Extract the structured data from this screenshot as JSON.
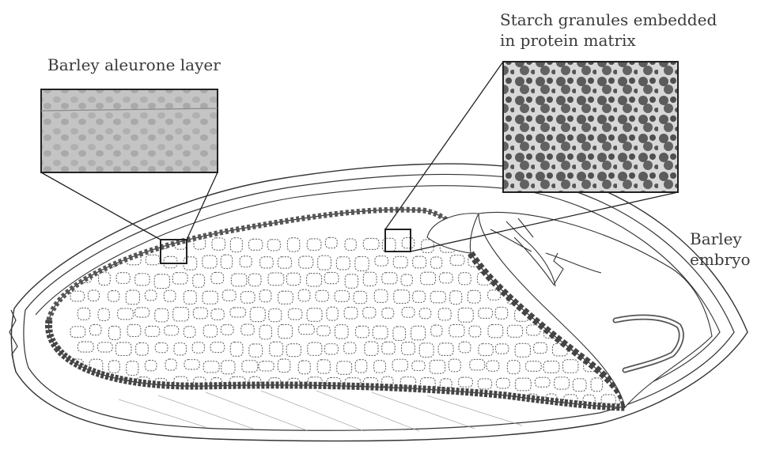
{
  "labels": {
    "aleurone": "Barley aleurone layer",
    "starch_line1": "Starch granules embedded",
    "starch_line2": "in protein matrix",
    "embryo_line1": "Barley",
    "embryo_line2": "embryo"
  },
  "colors": {
    "ink": "#333333",
    "aleurone_cells": "#555555",
    "endosperm_cells": "#666666",
    "inset_aleurone_bg": "#b8b8b8",
    "inset_starch_bg": "#6a6a6a"
  }
}
